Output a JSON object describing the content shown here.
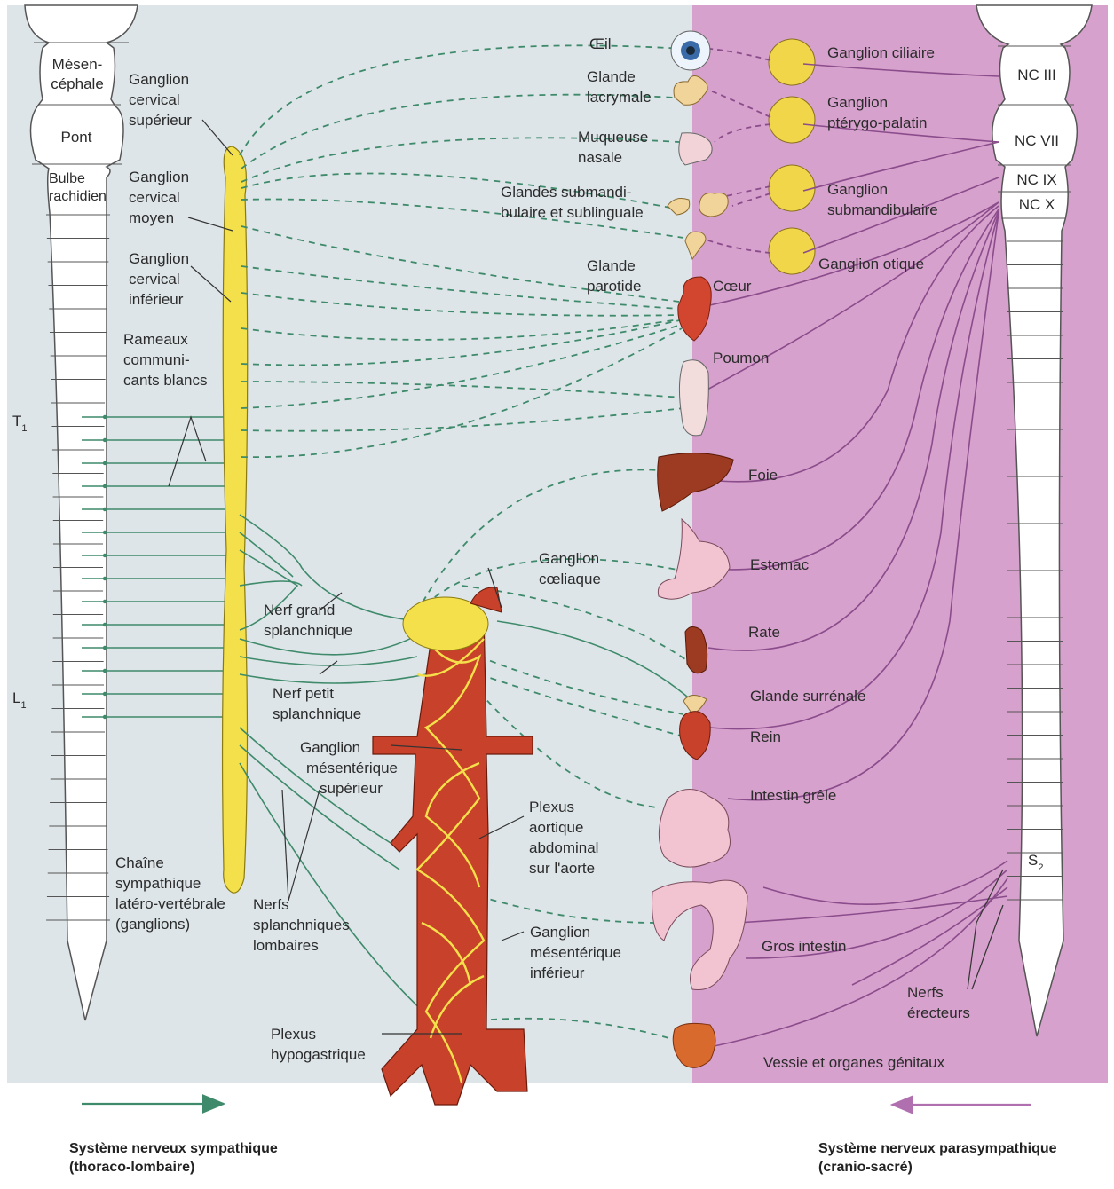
{
  "colors": {
    "sympathetic_bg": "#dfe6e8",
    "parasympathetic_bg": "#d9a4cf",
    "sympathetic_nerve": "#3e8a6a",
    "parasympathetic_nerve": "#8b4c8c",
    "chain_yellow": "#f4e04a",
    "ganglion_yellow": "#f2d64a",
    "aorta_red": "#c8412a"
  },
  "brainstem": {
    "mesencephale": [
      "Mésen-",
      "céphale"
    ],
    "pont": "Pont",
    "bulbe": [
      "Bulbe",
      "rachidien"
    ]
  },
  "spinal_markers": {
    "t1": "T",
    "t1_sub": "1",
    "l1": "L",
    "l1_sub": "1",
    "s2": "S",
    "s2_sub": "2"
  },
  "cranial_nerves": [
    "NC III",
    "NC VII",
    "NC IX",
    "NC X"
  ],
  "sympathetic_labels": {
    "ganglion_cervical_superieur": [
      "Ganglion",
      "cervical",
      "supérieur"
    ],
    "ganglion_cervical_moyen": [
      "Ganglion",
      "cervical",
      "moyen"
    ],
    "ganglion_cervical_inferieur": [
      "Ganglion",
      "cervical",
      "inférieur"
    ],
    "rameaux": [
      "Rameaux",
      "communi-",
      "cants blancs"
    ],
    "nerf_grand": [
      "Nerf grand",
      "splanchnique"
    ],
    "nerf_petit": [
      "Nerf petit",
      "splanchnique"
    ],
    "ganglion_mes_sup": [
      "Ganglion",
      "mésentérique",
      "supérieur"
    ],
    "chaine": [
      "Chaîne",
      "sympathique",
      "latéro-vertébrale",
      "(ganglions)"
    ],
    "nerfs_lombaires": [
      "Nerfs",
      "splanchniques",
      "lombaires"
    ],
    "plexus_hypogastrique": [
      "Plexus",
      "hypogastrique"
    ],
    "ganglion_coeliaque": [
      "Ganglion",
      "cœliaque"
    ],
    "plexus_aortique": [
      "Plexus",
      "aortique",
      "abdominal",
      "sur l'aorte"
    ],
    "ganglion_mes_inf": [
      "Ganglion",
      "mésentérique",
      "inférieur"
    ]
  },
  "organ_labels": {
    "oeil": "Œil",
    "glande_lacrymale": [
      "Glande",
      "lacrymale"
    ],
    "muqueuse_nasale": [
      "Muqueuse",
      "nasale"
    ],
    "glandes_submandibulaire": [
      "Glandes submandi-",
      "bulaire et sublinguale"
    ],
    "glande_parotide": [
      "Glande",
      "parotide"
    ],
    "coeur": "Cœur",
    "poumon": "Poumon",
    "foie": "Foie",
    "estomac": "Estomac",
    "rate": "Rate",
    "glande_surrenale": "Glande surrénale",
    "rein": "Rein",
    "intestin_grele": "Intestin grêle",
    "gros_intestin": "Gros intestin",
    "vessie": "Vessie et organes génitaux"
  },
  "parasympathetic_labels": {
    "ganglion_ciliaire": "Ganglion ciliaire",
    "ganglion_pterygo": [
      "Ganglion",
      "ptérygo-palatin"
    ],
    "ganglion_submandibulaire": [
      "Ganglion",
      "submandibulaire"
    ],
    "ganglion_otique": "Ganglion otique",
    "nerfs_erecteurs": [
      "Nerfs",
      "érecteurs"
    ]
  },
  "footer": {
    "sympathetic": [
      "Système nerveux sympathique",
      "(thoraco-lombaire)"
    ],
    "parasympathetic": [
      "Système nerveux parasympathique",
      "(cranio-sacré)"
    ]
  }
}
